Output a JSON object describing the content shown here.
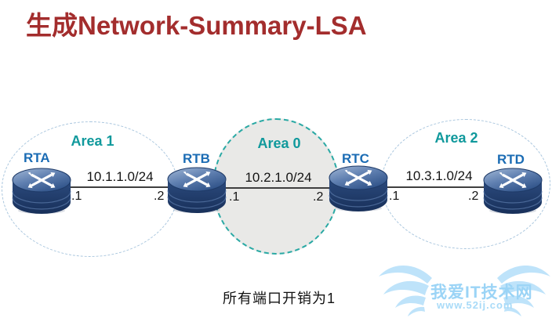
{
  "slide": {
    "title": "生成Network-Summary-LSA",
    "note": "所有端口开销为1"
  },
  "areas": [
    {
      "label": "Area 1"
    },
    {
      "label": "Area 0"
    },
    {
      "label": "Area 2"
    }
  ],
  "routers": [
    {
      "name": "RTA"
    },
    {
      "name": "RTB"
    },
    {
      "name": "RTC"
    },
    {
      "name": "RTD"
    }
  ],
  "links": [
    {
      "network": "10.1.1.0/24",
      "left_ip": ".1",
      "right_ip": ".2"
    },
    {
      "network": "10.2.1.0/24",
      "left_ip": ".1",
      "right_ip": ".2"
    },
    {
      "network": "10.3.1.0/24",
      "left_ip": ".1",
      "right_ip": ".2"
    }
  ],
  "watermark": {
    "site_name": "我爱IT技术网",
    "site_url": "www.52ij.com"
  },
  "colors": {
    "title_red": "#A32D2D",
    "area_label_teal": "#10999C",
    "router_label_blue": "#1B6CB4",
    "area0_fill": "#E9E9E7",
    "area0_border": "#2AA9A4",
    "area_border": "#A9C6DE",
    "link_line": "#3F3F3F",
    "watermark_blue": "#9BD4F6"
  }
}
